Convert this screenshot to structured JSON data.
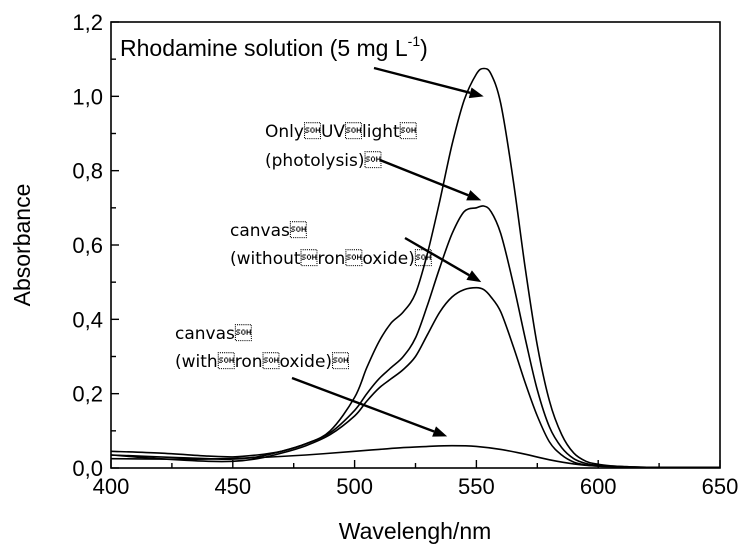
{
  "chart_data": {
    "type": "line",
    "xlabel": "Wavelengh/nm",
    "ylabel": "Absorbance",
    "xlim": [
      400,
      650
    ],
    "ylim": [
      0,
      1.2
    ],
    "x_ticks": [
      "400",
      "450",
      "500",
      "550",
      "600",
      "650"
    ],
    "y_ticks": [
      "0,0",
      "0,2",
      "0,4",
      "0,6",
      "0,8",
      "1,0",
      "1,2"
    ],
    "x_tick_values": [
      400,
      450,
      500,
      550,
      600,
      650
    ],
    "y_tick_values": [
      0,
      0.2,
      0.4,
      0.6,
      0.8,
      1.0,
      1.2
    ],
    "x_minor_tick_values": [
      425,
      475,
      525,
      575,
      625
    ],
    "y_minor_tick_values": [
      0.1,
      0.3,
      0.5,
      0.7,
      0.9,
      1.1
    ],
    "grid": false,
    "series": [
      {
        "x": [
          400,
          420,
          440,
          450,
          460,
          470,
          480,
          490,
          500,
          505,
          510,
          515,
          520,
          525,
          530,
          535,
          540,
          545,
          550,
          553,
          556,
          560,
          565,
          570,
          575,
          580,
          585,
          590,
          595,
          600,
          605,
          610,
          620,
          650
        ],
        "y": [
          0.045,
          0.04,
          0.032,
          0.03,
          0.035,
          0.045,
          0.065,
          0.1,
          0.19,
          0.27,
          0.34,
          0.39,
          0.42,
          0.47,
          0.58,
          0.72,
          0.87,
          0.99,
          1.06,
          1.075,
          1.06,
          0.98,
          0.78,
          0.54,
          0.33,
          0.18,
          0.09,
          0.04,
          0.018,
          0.01,
          0.006,
          0.004,
          0.002,
          0.002
        ]
      },
      {
        "x": [
          400,
          420,
          440,
          450,
          460,
          470,
          480,
          490,
          500,
          505,
          510,
          515,
          520,
          525,
          530,
          535,
          540,
          545,
          550,
          553,
          556,
          560,
          565,
          570,
          575,
          580,
          585,
          590,
          595,
          600,
          605,
          610,
          620,
          650
        ],
        "y": [
          0.035,
          0.03,
          0.025,
          0.024,
          0.03,
          0.045,
          0.065,
          0.095,
          0.155,
          0.2,
          0.24,
          0.27,
          0.3,
          0.35,
          0.44,
          0.54,
          0.63,
          0.69,
          0.7,
          0.705,
          0.69,
          0.63,
          0.5,
          0.35,
          0.21,
          0.11,
          0.055,
          0.025,
          0.012,
          0.007,
          0.005,
          0.004,
          0.002,
          0.002
        ]
      },
      {
        "x": [
          400,
          420,
          440,
          450,
          460,
          470,
          480,
          490,
          500,
          505,
          510,
          515,
          520,
          525,
          530,
          535,
          540,
          545,
          550,
          553,
          556,
          560,
          565,
          570,
          575,
          580,
          585,
          590,
          595,
          600,
          605,
          610,
          620,
          650
        ],
        "y": [
          0.035,
          0.025,
          0.018,
          0.018,
          0.025,
          0.04,
          0.06,
          0.09,
          0.14,
          0.18,
          0.215,
          0.24,
          0.265,
          0.3,
          0.36,
          0.42,
          0.46,
          0.48,
          0.485,
          0.48,
          0.46,
          0.42,
          0.33,
          0.23,
          0.14,
          0.07,
          0.035,
          0.016,
          0.008,
          0.005,
          0.004,
          0.003,
          0.002,
          0.002
        ]
      },
      {
        "x": [
          400,
          420,
          440,
          460,
          480,
          500,
          510,
          520,
          530,
          540,
          550,
          560,
          570,
          580,
          590,
          600,
          610,
          620,
          650
        ],
        "y": [
          0.025,
          0.024,
          0.024,
          0.028,
          0.035,
          0.045,
          0.05,
          0.055,
          0.058,
          0.06,
          0.058,
          0.05,
          0.037,
          0.022,
          0.011,
          0.005,
          0.003,
          0.002,
          0.002
        ]
      }
    ],
    "annotations": [
      {
        "lines": [
          "Rhodamine solution (5 mg L",
          "-1",
          ")"
        ],
        "style": "main",
        "arrow_to": [
          553,
          1.0
        ]
      },
      {
        "lines": [
          "Only\u0001UV\u0001light\u0001",
          "(photolysis)\u0001"
        ],
        "style": "small",
        "arrow_to": [
          552,
          0.72
        ]
      },
      {
        "lines": [
          "canvas\u0001",
          "(without\u0001ron\u0001oxide)\u0001"
        ],
        "style": "small",
        "arrow_to": [
          552,
          0.5
        ]
      },
      {
        "lines": [
          "canvas\u0001",
          "(with\u0001ron\u0001oxide)\u0001"
        ],
        "style": "small",
        "arrow_to": [
          538,
          0.085
        ]
      }
    ]
  },
  "annot": {
    "rhodamine_main": "Rhodamine solution (5 mg L",
    "rhodamine_sup": "-1",
    "rhodamine_close": ")",
    "uv_line1": "Only\u0001UV\u0001light\u0001",
    "uv_line2": "(photolysis)\u0001",
    "without_line1": "canvas\u0001",
    "without_line2": "(without\u0001ron\u0001oxide)\u0001",
    "with_line1": "canvas\u0001",
    "with_line2": "(with\u0001ron\u0001oxide)\u0001"
  }
}
